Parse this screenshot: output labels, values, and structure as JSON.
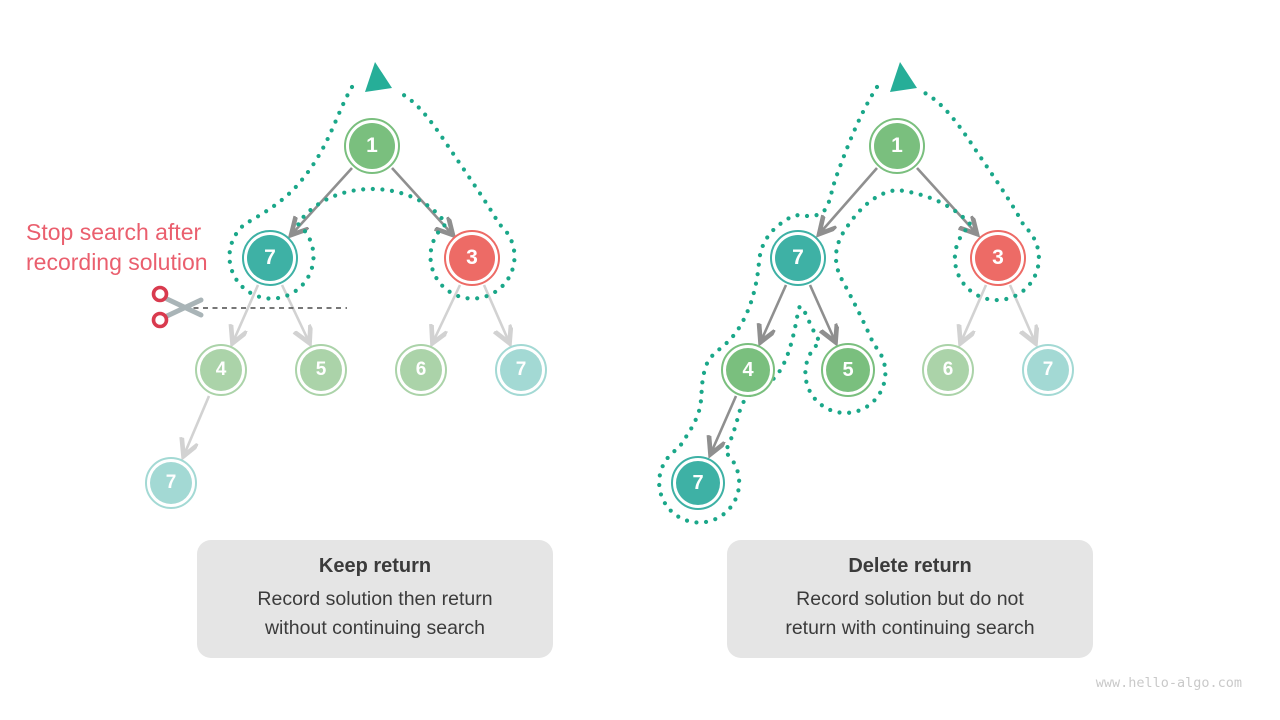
{
  "colors": {
    "node_green": "#7abf7e",
    "node_pale_green": "#abd3a9",
    "node_teal": "#3eb1a5",
    "node_pale_teal": "#a3d9d4",
    "node_red": "#ed6b66",
    "dotted_outline": "#1aa789",
    "triangle": "#26ae98",
    "arrow_dark": "#8f8f8f",
    "arrow_light": "#d2d2d2",
    "annotation_red": "#ea5f6e",
    "caption_bg": "#e5e5e5",
    "caption_text": "#3b3b3b",
    "watermark": "#c9c9c9"
  },
  "left_tree": {
    "annotation": {
      "line1": "Stop search after",
      "line2": "recording solution"
    },
    "nodes": {
      "n1": "1",
      "n7": "7",
      "n3": "3",
      "n4": "4",
      "n5": "5",
      "n6": "6",
      "n7b": "7",
      "n7c": "7"
    },
    "caption": {
      "title": "Keep return",
      "line1": "Record solution then return",
      "line2": "without continuing search"
    }
  },
  "right_tree": {
    "nodes": {
      "n1": "1",
      "n7": "7",
      "n3": "3",
      "n4": "4",
      "n5": "5",
      "n6": "6",
      "n7b": "7",
      "n7c": "7"
    },
    "caption": {
      "title": "Delete return",
      "line1": "Record solution but do not",
      "line2": "return with continuing search"
    }
  },
  "watermark": "www.hello-algo.com"
}
